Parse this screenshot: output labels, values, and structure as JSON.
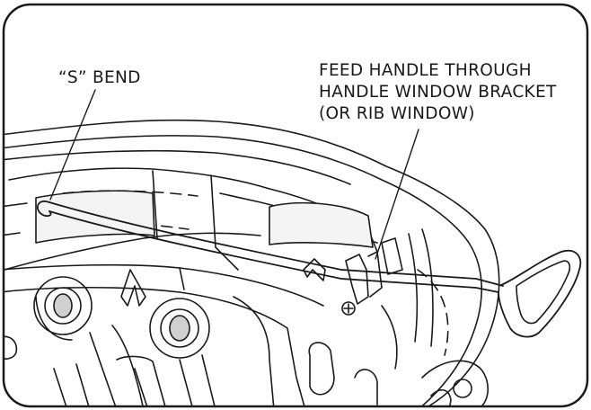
{
  "callouts": {
    "s_bend": "“S” BEND",
    "feed_handle": {
      "line1": "FEED HANDLE THROUGH",
      "line2": "HANDLE WINDOW BRACKET",
      "line3": "(OR RIB WINDOW)"
    }
  },
  "colors": {
    "ink": "#1a1a1a",
    "background": "#ffffff",
    "shade": "#d0d0d0"
  }
}
